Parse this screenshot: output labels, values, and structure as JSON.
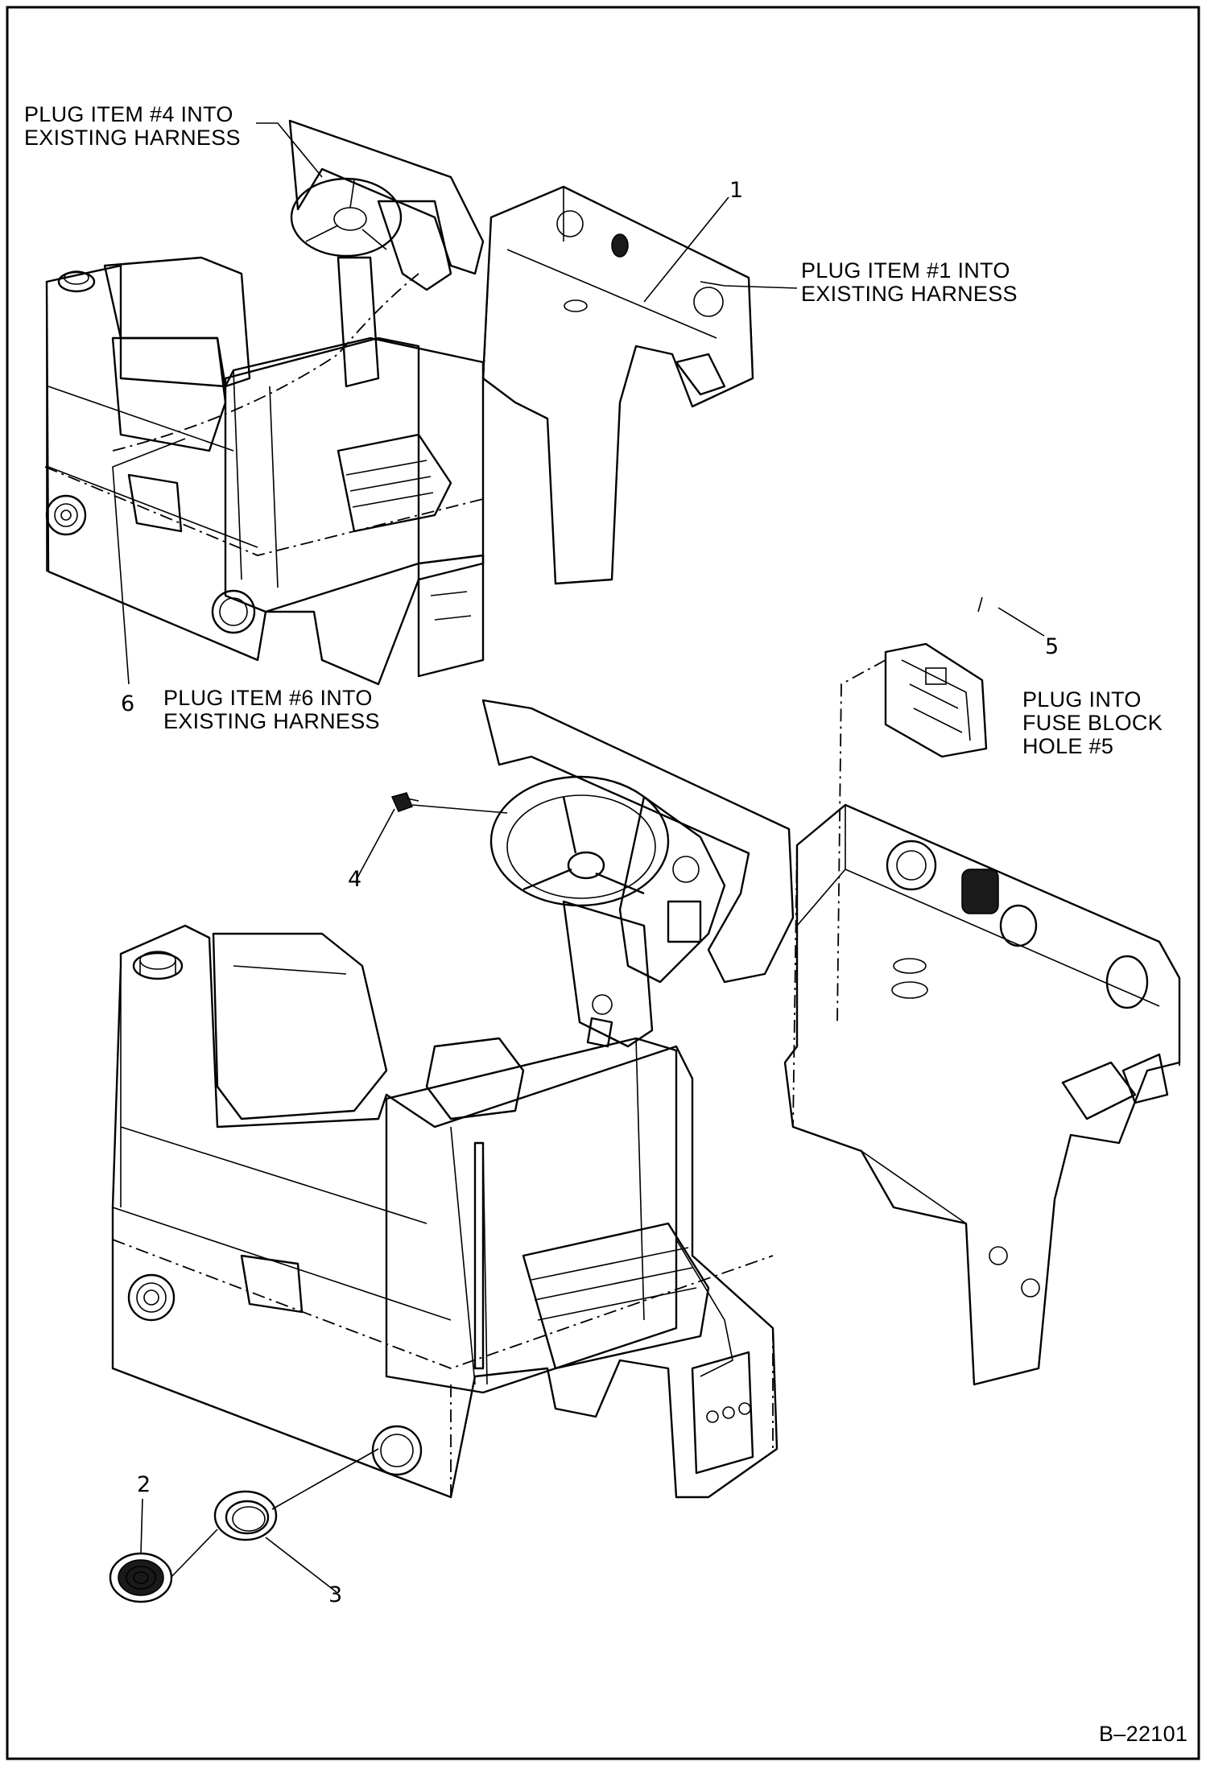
{
  "callouts": {
    "c4": [
      "PLUG ITEM #4 INTO",
      "EXISTING HARNESS"
    ],
    "c1": [
      "PLUG ITEM #1 INTO",
      "EXISTING HARNESS"
    ],
    "c6": [
      "PLUG ITEM #6 INTO",
      "EXISTING HARNESS"
    ],
    "c5": [
      "PLUG INTO",
      "FUSE BLOCK",
      "HOLE #5"
    ]
  },
  "item_numbers": {
    "n1": "1",
    "n2": "2",
    "n3": "3",
    "n4": "4",
    "n5": "5",
    "n6": "6"
  },
  "drawing_number": "B–22101",
  "colors": {
    "line": "#000000",
    "background": "#ffffff"
  }
}
